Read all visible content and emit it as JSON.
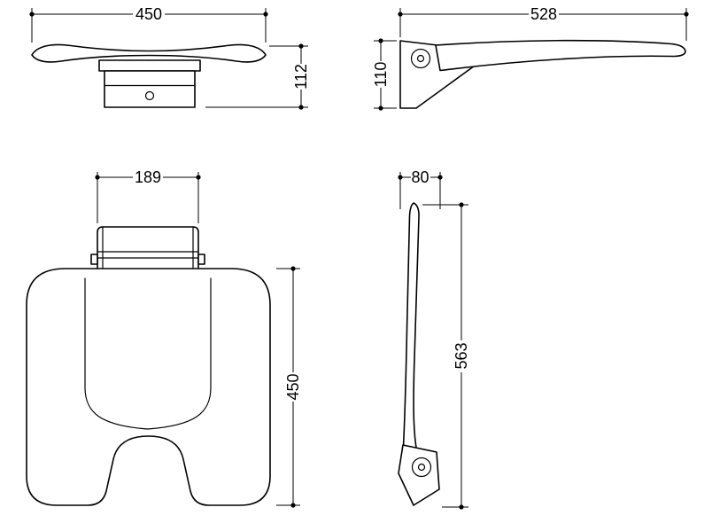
{
  "colors": {
    "line": "#000000",
    "background": "#ffffff"
  },
  "dimensions": {
    "front_width": "450",
    "front_height": "112",
    "side_length": "528",
    "side_height": "110",
    "bracket_width": "189",
    "seat_depth": "450",
    "folded_depth": "80",
    "folded_height": "563"
  }
}
